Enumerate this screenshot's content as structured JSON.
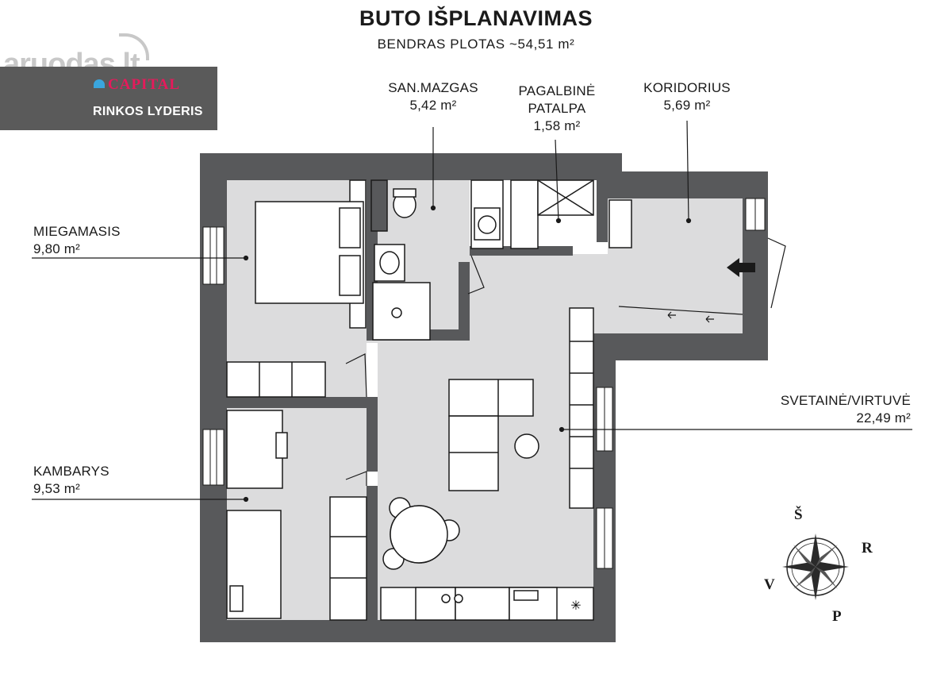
{
  "header": {
    "title": "BUTO IŠPLANAVIMAS",
    "subtitle": "BENDRAS PLOTAS ~54,51 m²"
  },
  "watermark": {
    "text": "aruodas.lt"
  },
  "badge": {
    "logo_text": "CAPITAL",
    "tagline": "RINKOS LYDERIS",
    "background": "#5a5a5a",
    "logo_color": "#e51a5b"
  },
  "rooms": {
    "san_mazgas": {
      "name": "SAN.MAZGAS",
      "area": "5,42 m²"
    },
    "pagalbine": {
      "name_line1": "PAGALBINĖ",
      "name_line2": "PATALPA",
      "area": "1,58 m²"
    },
    "koridorius": {
      "name": "KORIDORIUS",
      "area": "5,69 m²"
    },
    "miegamasis": {
      "name": "MIEGAMASIS",
      "area": "9,80 m²"
    },
    "svetaine": {
      "name": "SVETAINĖ/VIRTUVĖ",
      "area": "22,49 m²"
    },
    "kambarys": {
      "name": "KAMBARYS",
      "area": "9,53 m²"
    }
  },
  "compass": {
    "north": "Š",
    "east": "R",
    "south": "P",
    "west": "V"
  },
  "colors": {
    "wall": "#58595b",
    "floor": "#dcdcdd",
    "line": "#1a1a1a"
  }
}
